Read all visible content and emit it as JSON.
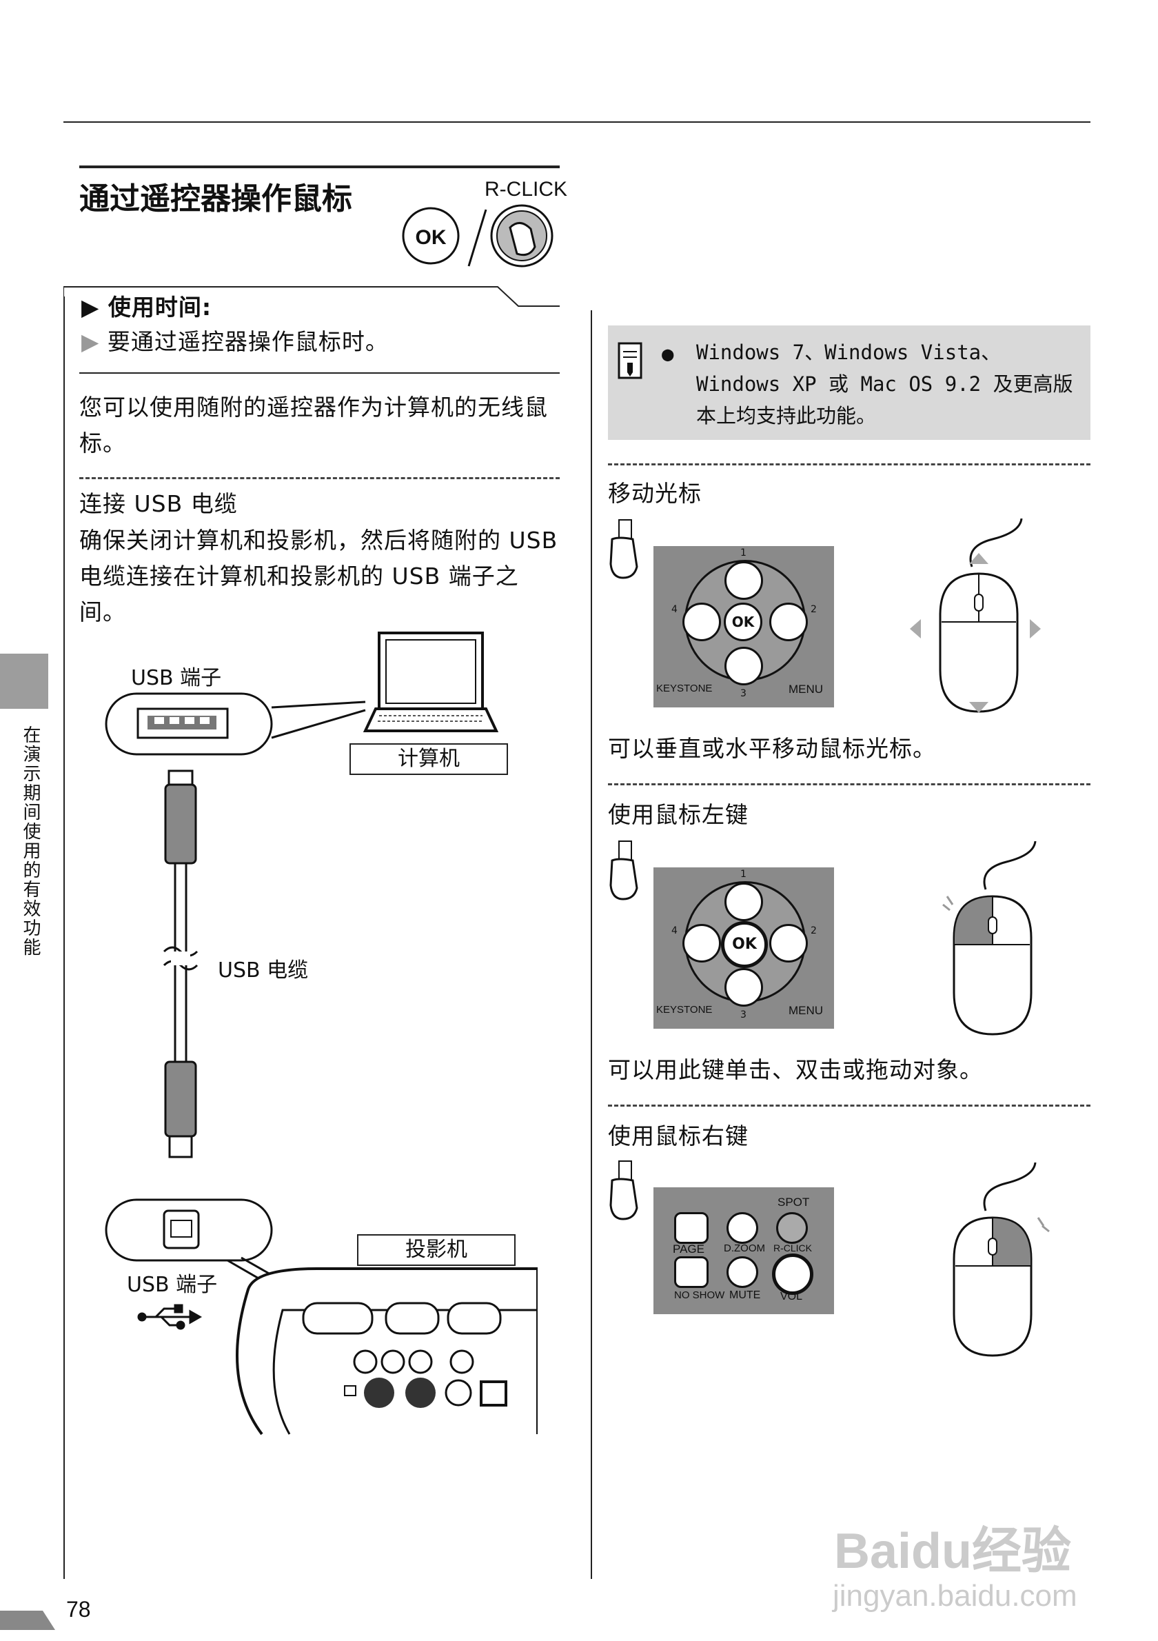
{
  "section": {
    "title": "通过遥控器操作鼠标",
    "rclick_label": "R-CLICK",
    "ok_label": "OK"
  },
  "when_to_use": {
    "heading": "▶ 使用时间:",
    "item": "要通过遥控器操作鼠标时。"
  },
  "intro": "您可以使用随附的遥控器作为计算机的无线鼠标。",
  "connect": {
    "heading": "连接 USB 电缆",
    "text": "确保关闭计算机和投影机，然后将随附的 USB 电缆连接在计算机和投影机的 USB 端子之间。",
    "usb_port_top": "USB 端子",
    "computer": "计算机",
    "cable": "USB 电缆",
    "usb_port_bottom": "USB 端子",
    "projector": "投影机"
  },
  "note": {
    "bullet": "●",
    "text": "Windows 7、Windows Vista、Windows XP 或 Mac OS 9.2 及更高版本上均支持此功能。"
  },
  "move_cursor": {
    "heading": "移动光标",
    "caption": "可以垂直或水平移动鼠标光标。"
  },
  "left_click": {
    "heading": "使用鼠标左键",
    "caption": "可以用此键单击、双击或拖动对象。"
  },
  "right_click": {
    "heading": "使用鼠标右键"
  },
  "remote_labels": {
    "keystone": "KEYSTONE",
    "menu": "MENU",
    "n1": "1",
    "n2": "2",
    "n3": "3",
    "n4": "4",
    "spot": "SPOT",
    "page": "PAGE",
    "dzoom": "D.ZOOM",
    "rclick": "R-CLICK",
    "noshow": "NO SHOW",
    "mute": "MUTE",
    "vol": "VOL"
  },
  "sidebar": "在演示期间使用的有效功能",
  "page_number": "78",
  "watermark": {
    "brand": "Baidu经验",
    "url": "jingyan.baidu.com"
  }
}
